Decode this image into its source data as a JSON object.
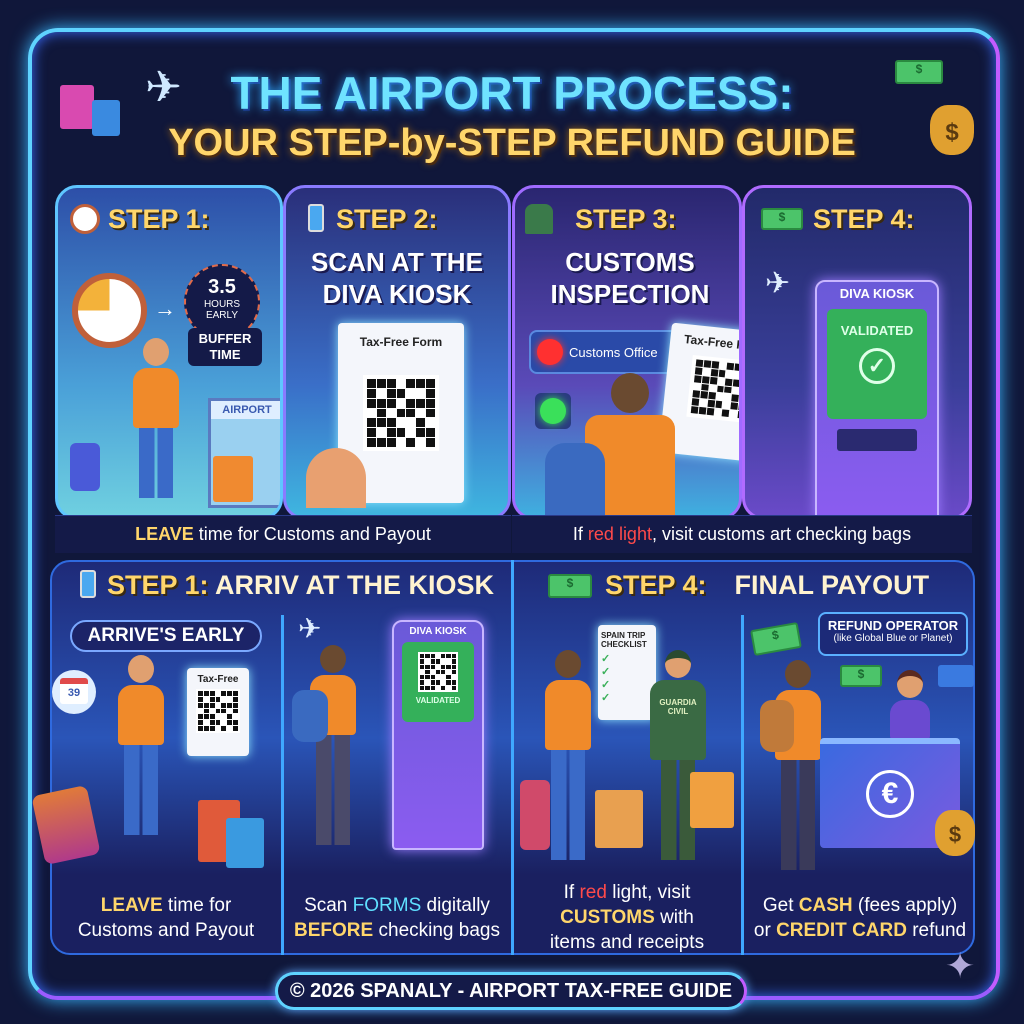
{
  "header": {
    "title": "THE AIRPORT PROCESS:",
    "subtitle": "YOUR STEP-by-STEP REFUND GUIDE"
  },
  "top_panels": [
    {
      "step": "STEP 1:",
      "badge_value": "3.5",
      "badge_unit": "HOURS",
      "badge_sub": "EARLY",
      "badge_label": "BUFFER",
      "badge_label2": "TIME",
      "sign": "AIRPORT"
    },
    {
      "step": "STEP 2:",
      "heading": "SCAN AT THE",
      "heading2": "DIVA KIOSK",
      "form_title": "Tax-Free Form"
    },
    {
      "step": "STEP 3:",
      "heading": "CUSTOMS",
      "heading2": "INSPECTION",
      "office": "Customs Office",
      "form_title": "Tax-Free Form"
    },
    {
      "step": "STEP 4:",
      "kiosk_label": "DIVA KIOSK",
      "screen_text": "VALIDATED"
    }
  ],
  "top_captions": {
    "left": {
      "highlight": "LEAVE",
      "text": " time for Customs and Payout"
    },
    "right": {
      "pre": "If ",
      "highlight": "red light",
      "text": ", visit customs art checking bags"
    }
  },
  "bottom": {
    "left_step": "STEP 1:",
    "left_heading": " ARRIV AT THE KIOSK",
    "right_step": "STEP 4:",
    "right_heading": "FINAL PAYOUT",
    "pill": "ARRIVE'S EARLY",
    "calendar": "39",
    "form_title": "Tax-Free",
    "kiosk_label": "DIVA KIOSK",
    "screen_text": "VALIDATED",
    "checklist": "SPAIN TRIP CHECKLIST",
    "guard": "GUARDIA CIVIL",
    "operator_title": "REFUND OPERATOR",
    "operator_sub": "(like Global Blue or Planet)",
    "captions": [
      {
        "a": "LEAVE",
        "b": " time for",
        "c": "Customs and Payout"
      },
      {
        "a": "Scan ",
        "b": "FORMS",
        "c": " digitally",
        "d": "BEFORE",
        "e": " checking bags"
      },
      {
        "a": "If ",
        "b": "red",
        "c": " light, visit",
        "d": "CUSTOMS",
        "e": " with",
        "f": "items and receipts"
      },
      {
        "a": "Get ",
        "b": "CASH",
        "c": " (fees apply)",
        "d": "or ",
        "e": "CREDIT CARD",
        "f": " refund"
      }
    ]
  },
  "footer": "© 2026 SPANALY - AIRPORT TAX-FREE GUIDE"
}
